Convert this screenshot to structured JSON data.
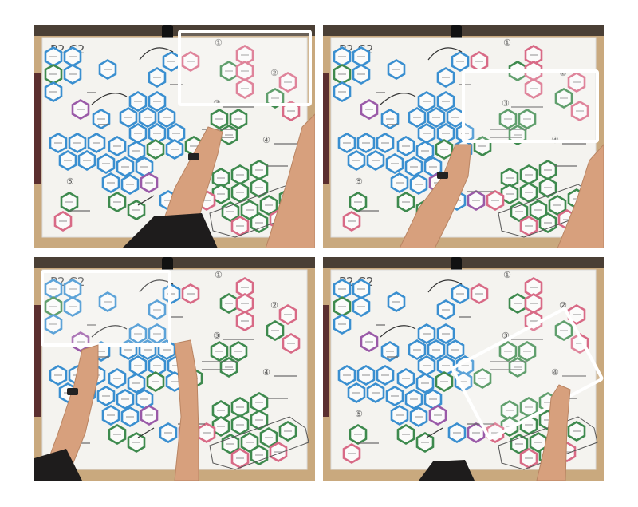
{
  "photos": [
    {
      "id": "panel-1",
      "board_heading": "P2 C2",
      "circled_numerals": [
        "①",
        "②",
        "③",
        "④",
        "⑤"
      ]
    },
    {
      "id": "panel-2",
      "board_heading": "P2 C2",
      "circled_numerals": [
        "①",
        "②",
        "③",
        "④",
        "⑤"
      ]
    },
    {
      "id": "panel-3",
      "board_heading": "P2 C2",
      "circled_numerals": [
        "①",
        "②",
        "③",
        "④",
        "⑤"
      ]
    },
    {
      "id": "panel-4",
      "board_heading": "P2 C2",
      "circled_numerals": [
        "①",
        "②",
        "③",
        "④",
        "⑤"
      ]
    }
  ],
  "colors": {
    "background": "#ffffff",
    "desk": "#c9a97e",
    "board": "#f4f3ef",
    "hex_blue": "#3a8fd0",
    "hex_green": "#3e8a4e",
    "hex_pink": "#d86a86",
    "hex_purple": "#9a5aa8",
    "ink": "#444444",
    "skin": "#d7a07d",
    "sleeve": "#1e1c1c"
  }
}
